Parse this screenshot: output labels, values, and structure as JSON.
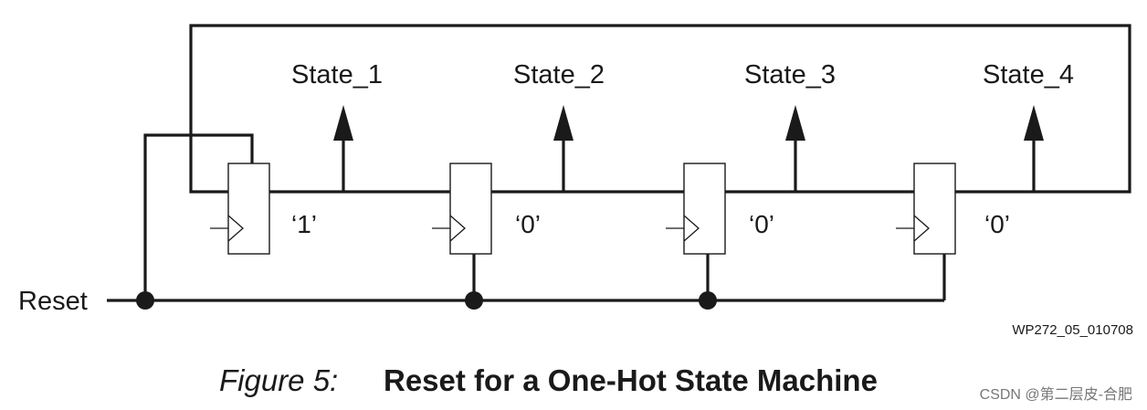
{
  "diagram": {
    "states": [
      {
        "label": "State_1",
        "value": "‘1’"
      },
      {
        "label": "State_2",
        "value": "‘0’"
      },
      {
        "label": "State_3",
        "value": "‘0’"
      },
      {
        "label": "State_4",
        "value": "‘0’"
      }
    ],
    "reset_label": "Reset",
    "reference_id": "WP272_05_010708"
  },
  "caption": {
    "number": "Figure 5:",
    "title": "Reset for a One-Hot State Machine"
  },
  "watermark": "CSDN @第二层皮-合肥"
}
